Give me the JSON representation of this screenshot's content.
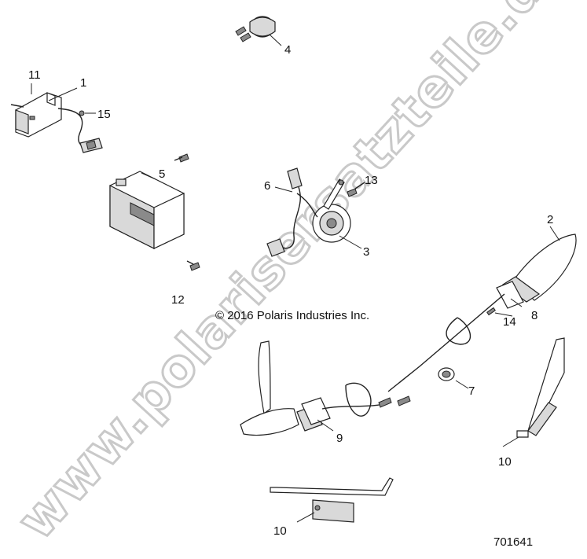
{
  "watermark": "www.polarisersatzteile.de",
  "copyright": "© 2016 Polaris Industries Inc.",
  "drawing_number": "701641",
  "callouts": {
    "c1": "1",
    "c2": "2",
    "c3": "3",
    "c4": "4",
    "c5": "5",
    "c6": "6",
    "c7": "7",
    "c8": "8",
    "c9": "9",
    "c10a": "10",
    "c10b": "10",
    "c11": "11",
    "c12": "12",
    "c13": "13",
    "c14": "14",
    "c15": "15"
  }
}
